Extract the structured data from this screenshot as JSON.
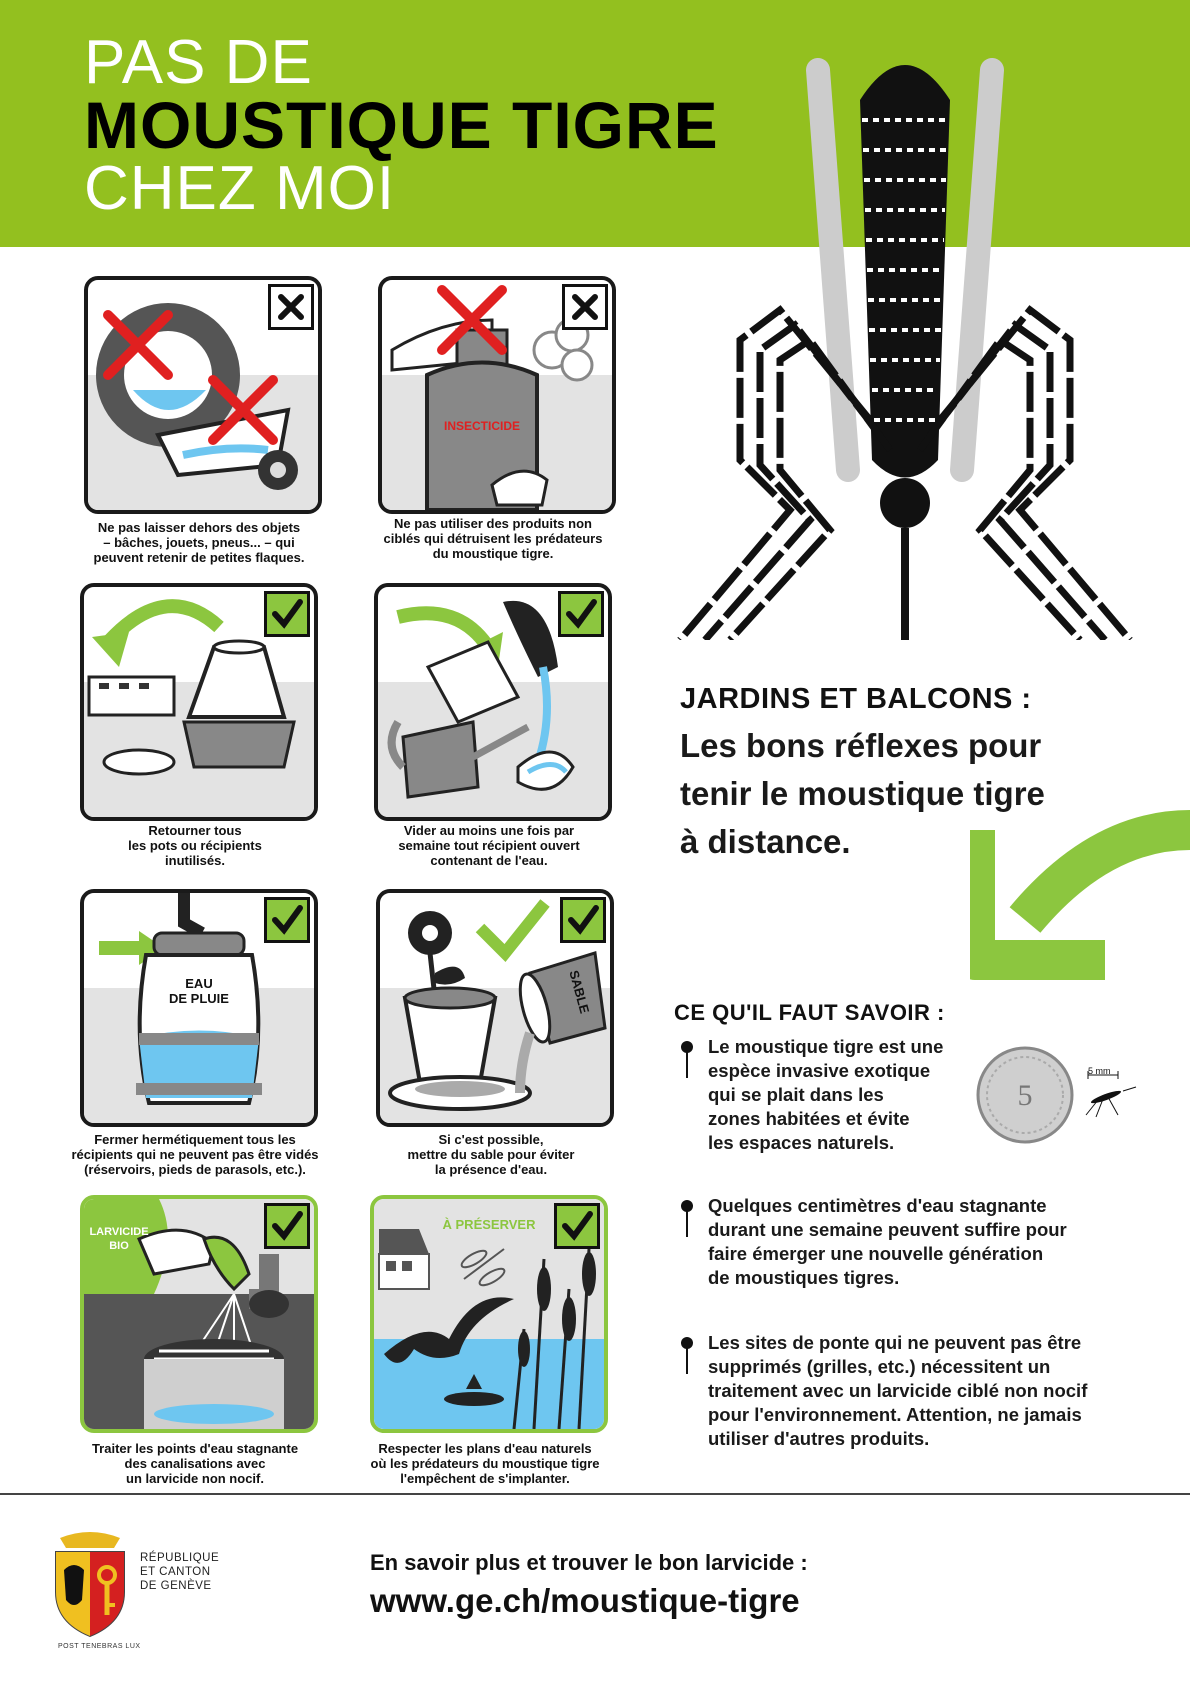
{
  "header": {
    "line1": "PAS DE",
    "line2": "MOUSTIQUE TIGRE",
    "line3": "CHEZ MOI",
    "color": "#93c01f"
  },
  "colors": {
    "accent": "#8cc63f",
    "cross": "#e02020",
    "water": "#6ec6f0"
  },
  "panels": [
    {
      "status": "no",
      "icon": "tire-puddle-icon",
      "caption_lines": [
        "Ne pas laisser dehors des objets",
        "– bâches, jouets, pneus... – qui",
        "peuvent retenir de petites flaques."
      ]
    },
    {
      "status": "no",
      "icon": "insecticide-spray-icon",
      "label": "INSECTICIDE",
      "caption_lines": [
        "Ne pas utiliser des produits non",
        "ciblés qui détruisent les prédateurs",
        "du moustique tigre."
      ]
    },
    {
      "status": "ok",
      "icon": "flip-pots-icon",
      "caption_lines": [
        "Retourner tous",
        "les pots ou récipients",
        "inutilisés."
      ]
    },
    {
      "status": "ok",
      "icon": "empty-watering-can-icon",
      "caption_lines": [
        "Vider au moins une fois par",
        "semaine tout récipient ouvert",
        "contenant de l'eau."
      ]
    },
    {
      "status": "ok",
      "icon": "rain-barrel-icon",
      "label_lines": [
        "EAU",
        "DE PLUIE"
      ],
      "caption_lines": [
        "Fermer hermétiquement tous les",
        "récipients qui ne peuvent pas être vidés",
        "(réservoirs, pieds de parasols, etc.)."
      ]
    },
    {
      "status": "ok",
      "icon": "sand-saucer-icon",
      "label": "SABLE",
      "caption_lines": [
        "Si c'est possible,",
        "mettre du sable pour éviter",
        "la présence d'eau."
      ]
    },
    {
      "status": "ok",
      "icon": "larvicide-drain-icon",
      "label_lines": [
        "LARVICIDE",
        "BIO"
      ],
      "caption_lines": [
        "Traiter les points d'eau stagnante",
        "des canalisations avec",
        "un larvicide non nocif."
      ]
    },
    {
      "status": "ok",
      "icon": "pond-nature-icon",
      "label": "À PRÉSERVER",
      "caption_lines": [
        "Respecter les plans d'eau naturels",
        "où les prédateurs du moustique tigre",
        "l'empêchent de s'implanter."
      ]
    }
  ],
  "jardins": {
    "heading": "JARDINS ET BALCONS :",
    "lead_lines": [
      "Les bons réflexes pour",
      "tenir le moustique tigre",
      "à distance."
    ]
  },
  "savoir": {
    "heading": "CE QU'IL FAUT SAVOIR :",
    "facts": [
      {
        "lines": [
          "Le moustique tigre est une",
          "espèce invasive exotique",
          "qui se plait dans les",
          "zones habitées et évite",
          "les espaces naturels."
        ]
      },
      {
        "lines": [
          "Quelques centimètres d'eau stagnante",
          "durant une semaine peuvent suffire pour",
          "faire émerger une nouvelle génération",
          "de moustiques tigres."
        ]
      },
      {
        "lines": [
          "Les sites de ponte qui ne peuvent pas être",
          "supprimés (grilles, etc.) nécessitent un",
          "traitement avec un larvicide ciblé non nocif",
          "pour l'environnement. Attention, ne jamais",
          "utiliser d'autres produits."
        ]
      }
    ],
    "coin_value": "5",
    "scale_label": "5 mm"
  },
  "footer": {
    "info": "En savoir plus et trouver le bon larvicide :",
    "url": "www.ge.ch/moustique-tigre",
    "gov_lines": [
      "RÉPUBLIQUE",
      "ET CANTON",
      "DE GENÈVE"
    ],
    "motto": "POST TENEBRAS LUX"
  }
}
